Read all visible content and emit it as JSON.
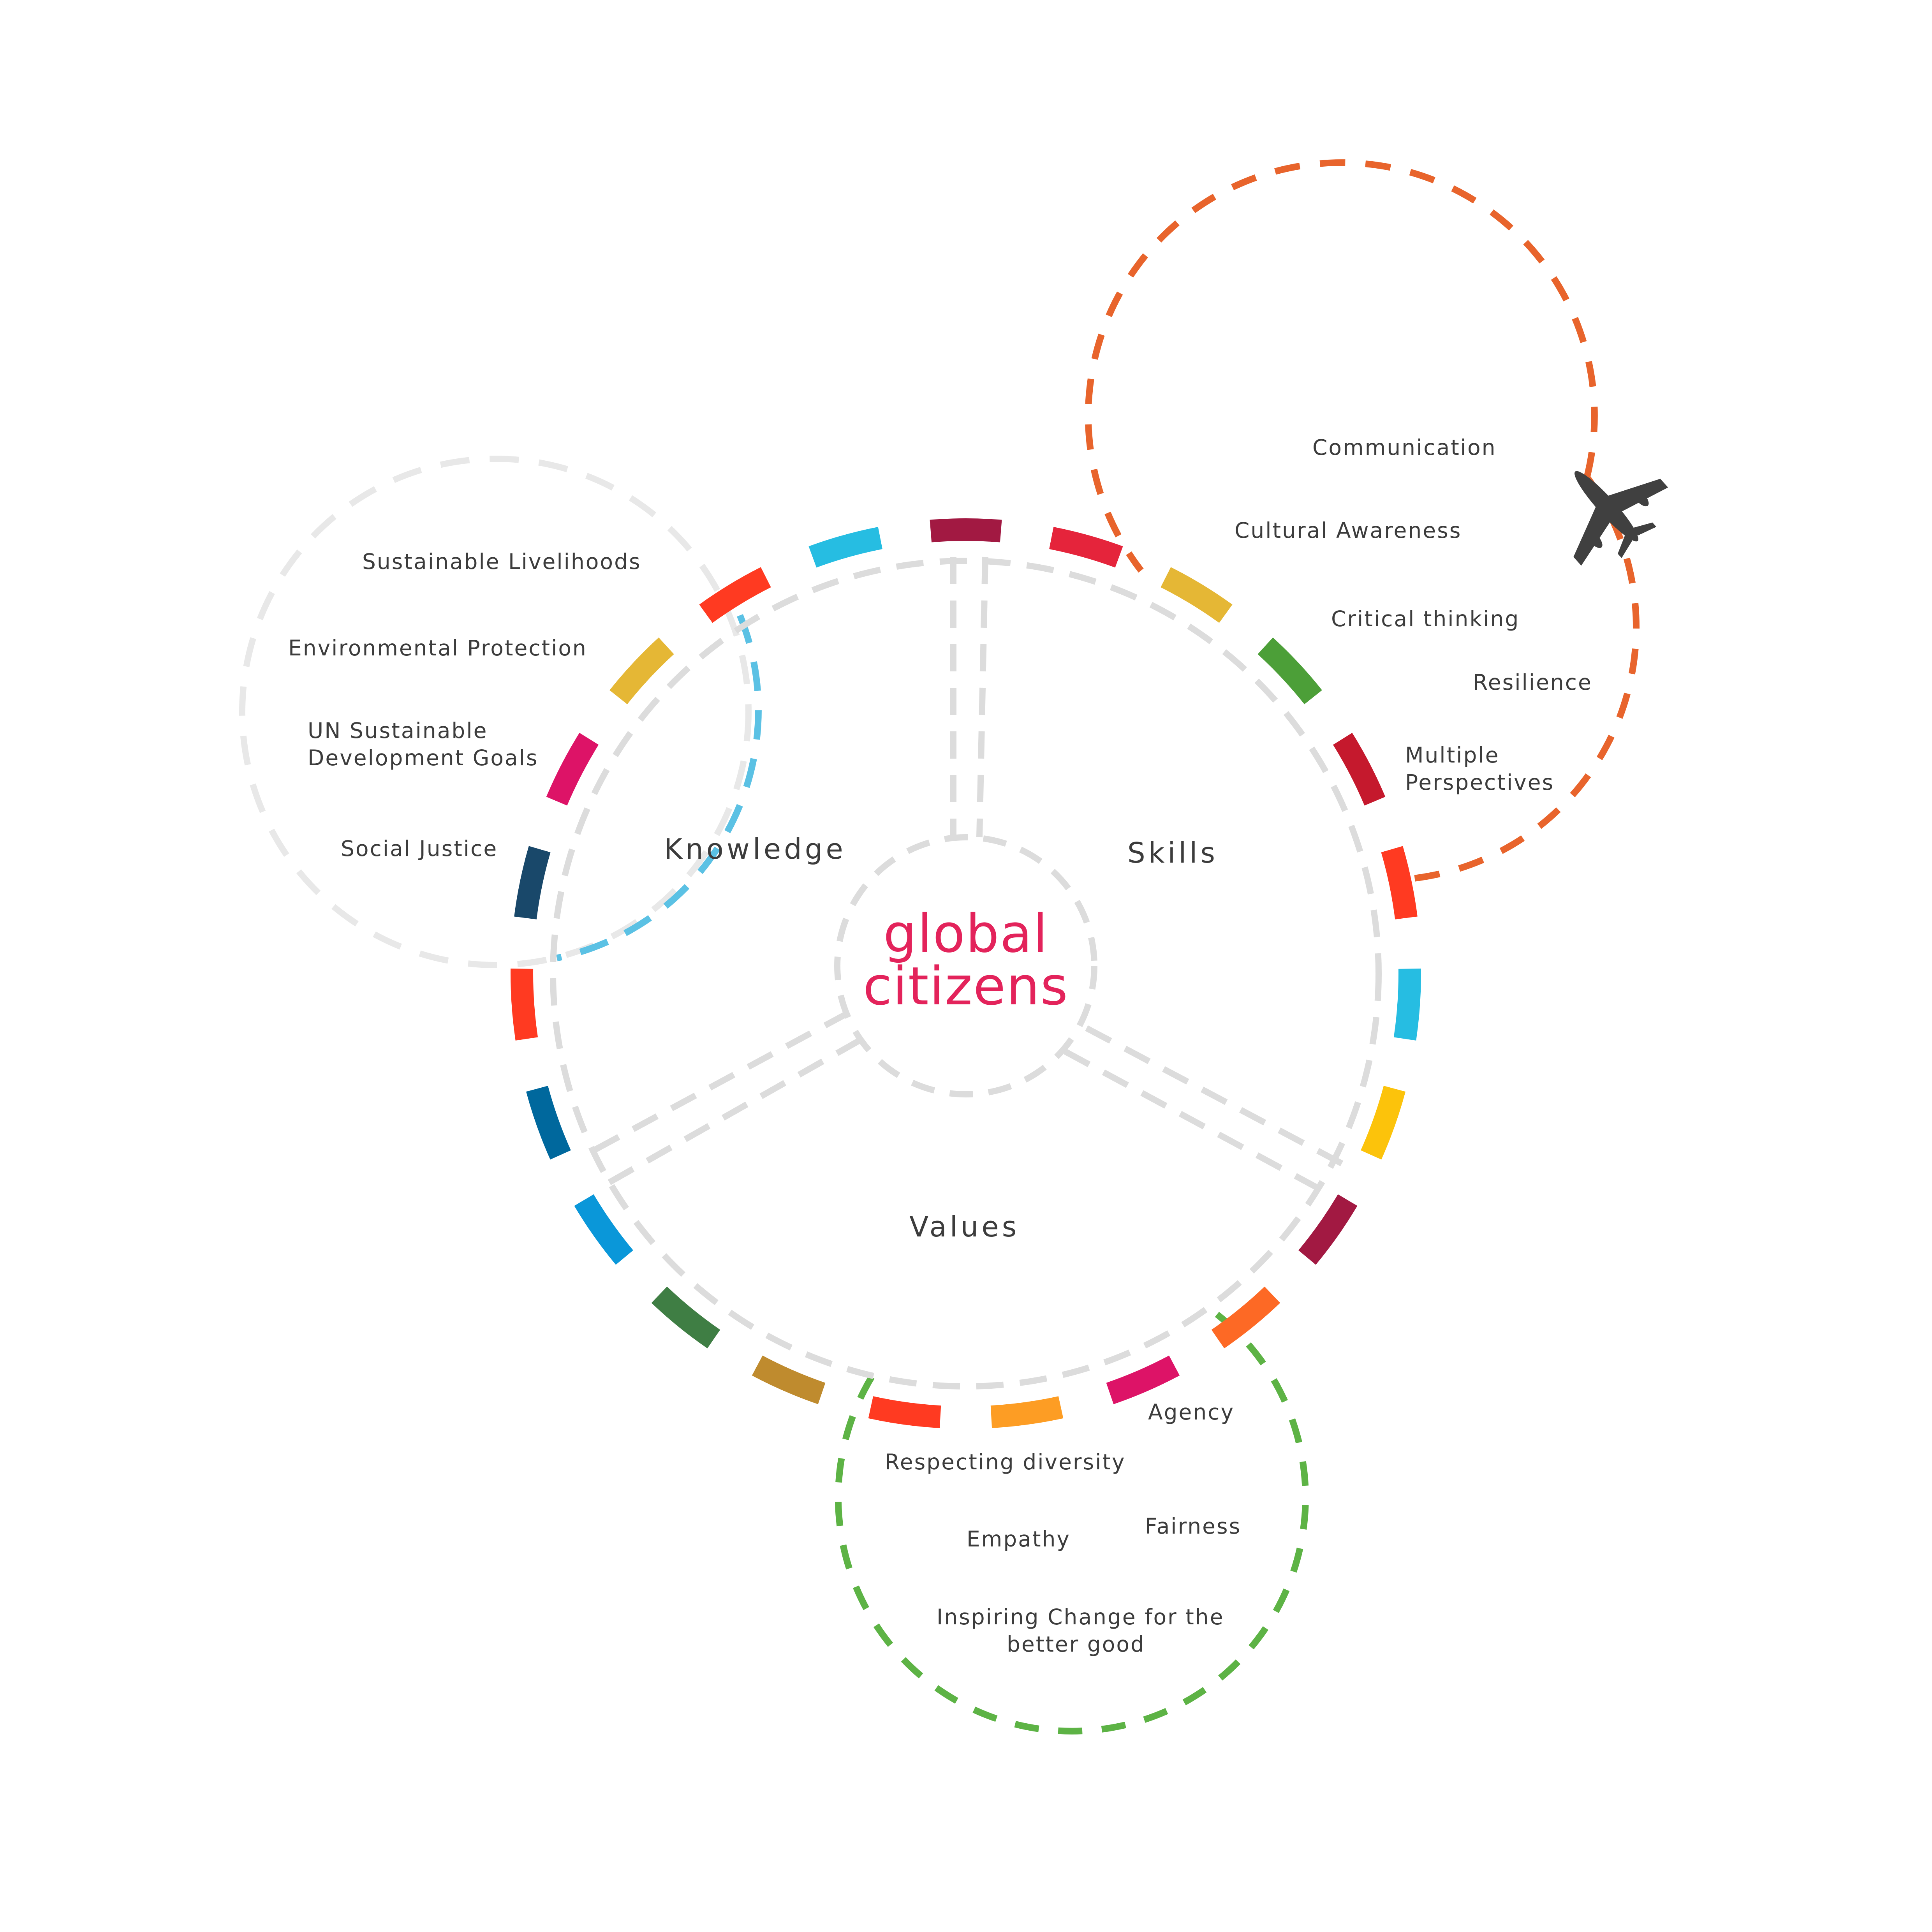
{
  "center": {
    "line1": "global",
    "line2": "citizens",
    "color": "#e3235b"
  },
  "sections": {
    "knowledge": "Knowledge",
    "skills": "Skills",
    "values": "Values"
  },
  "knowledge_items": [
    "Sustainable Livelihoods",
    "Environmental Protection",
    "UN Sustainable",
    "Development Goals",
    "Social Justice"
  ],
  "skills_items": [
    "Communication",
    "Cultural Awareness",
    "Critical thinking",
    "Resilience",
    "Multiple",
    "Perspectives"
  ],
  "values_items": [
    "Agency",
    "Respecting diversity",
    "Empathy",
    "Fairness",
    "Inspiring Change for the",
    "better good"
  ],
  "colors": {
    "knowledge_circle": "#e8e8e8",
    "skills_circle": "#e8642c",
    "values_circle": "#5db345",
    "inner_dashes": "#dcdcdc",
    "knowledge_arc": "#5bc1e4",
    "ring_segments": [
      "#a21942",
      "#e5243b",
      "#e5b735",
      "#4c9f38",
      "#c5192d",
      "#ff3a21",
      "#26bde2",
      "#fcc30b",
      "#a21942",
      "#fd6925",
      "#dd1367",
      "#fd9d24",
      "#ff3a21",
      "#bf8b2e",
      "#3f7e44",
      "#0a97d9",
      "#00689d",
      "#ff3a21",
      "#19486a",
      "#dd1367",
      "#e5b735",
      "#ff3a21",
      "#26bde2"
    ]
  },
  "icons": {
    "plane": "airplane-icon"
  }
}
